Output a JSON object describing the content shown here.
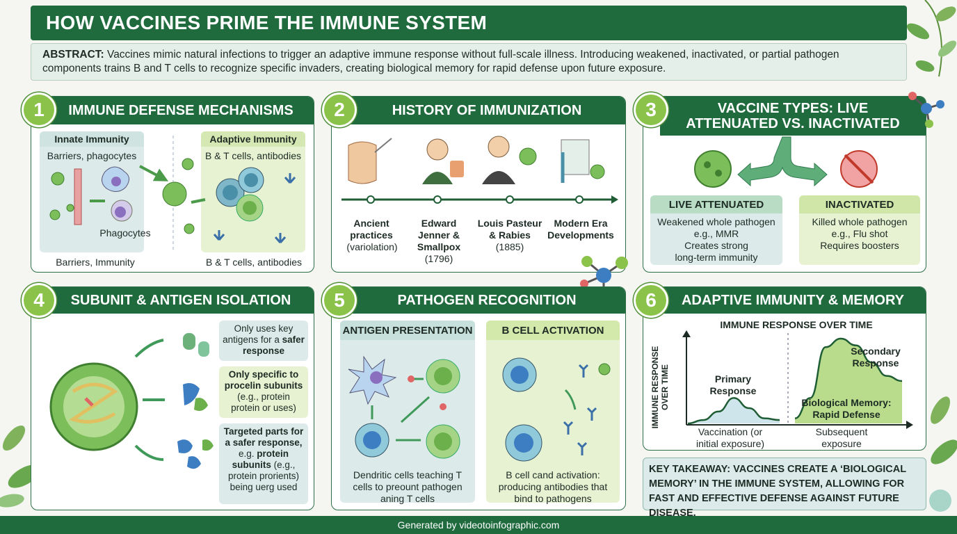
{
  "title": "HOW VACCINES PRIME THE IMMUNE SYSTEM",
  "abstract": {
    "label": "ABSTRACT:",
    "text": "Vaccines mimic natural infections to trigger an adaptive immune response without full-scale illness. Introducing weakened, inactivated, or partial pathogen components trains B and T cells to recognize specific invaders, creating biological memory for rapid defense upon future exposure."
  },
  "panel1": {
    "number": "1",
    "title": "IMMUNE DEFENSE MECHANISMS",
    "innate_title": "Innate Immunity",
    "innate_sub": "Barriers,  phagocytes",
    "phagocytes_label": "Phagocytes",
    "innate_caption": "Barriers, Immunity",
    "adaptive_title": "Adaptive Immunity",
    "adaptive_sub": "B & T cells, antibodies",
    "adaptive_caption": "B & T cells, antibodies"
  },
  "panel2": {
    "number": "2",
    "title": "HISTORY OF IMMUNIZATION",
    "events": [
      {
        "title": "Ancient practices",
        "detail": "(variolation)"
      },
      {
        "title": "Edward Jenner & Smallpox",
        "detail": "(1796)"
      },
      {
        "title": "Louis Pasteur & Rabies",
        "detail": "(1885)"
      },
      {
        "title": "Modern Era Developments",
        "detail": ""
      }
    ]
  },
  "panel3": {
    "number": "3",
    "title_line1": "VACCINE TYPES: LIVE",
    "title_line2": "ATTENUATED VS. INACTIVATED",
    "live_title": "LIVE ATTENUATED",
    "live_lines": [
      "Weakened whole pathogen",
      "e.g., MMR",
      "Creates strong",
      "long-term immunity"
    ],
    "inactivated_title": "INACTIVATED",
    "inactivated_lines": [
      "Killed whole pathogen",
      "e.g., Flu shot",
      "Requires boosters"
    ]
  },
  "panel4": {
    "number": "4",
    "title": "SUBUNIT & ANTIGEN ISOLATION",
    "box1": {
      "pre": "Only uses key antigens for a",
      "bold": "safer response"
    },
    "box2": {
      "bold": "Only specific to procelin subunits",
      "post": "(e.g., protein protein or uses)"
    },
    "box3": {
      "bold1": "Targeted parts for a safer response,",
      "mid": " e.g. ",
      "bold2": "protein subunits",
      "post": "(e.g., protein prorients) being uerg used"
    }
  },
  "panel5": {
    "number": "5",
    "title": "PATHOGEN RECOGNITION",
    "left_title": "ANTIGEN PRESENTATION",
    "left_caption": "Dendritic cells teaching T cells to preount pathogen aning T cells",
    "right_title": "B CELL ACTIVATION",
    "right_caption": "B cell cand activation: producing antibodies that bind to pathogens"
  },
  "panel6": {
    "number": "6",
    "title": "ADAPTIVE IMMUNITY & MEMORY",
    "chart_title": "IMMUNE RESPONSE OVER TIME",
    "ylabel_line1": "IMMUNE RESPONSE",
    "ylabel_line2": "OVER TIME",
    "primary_label": "Primary Response",
    "secondary_label": "Secondary Response",
    "memory_label": "Biological Memory: Rapid Defense",
    "x1_label": "Vaccination (or initial exposure)",
    "x2_label": "Subsequent exposure"
  },
  "chart_data": {
    "type": "area",
    "title": "IMMUNE RESPONSE OVER TIME",
    "xlabel": "",
    "ylabel": "IMMUNE RESPONSE OVER TIME",
    "x_axis_labels": [
      "Vaccination (or initial exposure)",
      "Subsequent exposure"
    ],
    "series": [
      {
        "name": "Primary Response",
        "x": [
          0,
          1,
          2,
          3,
          4,
          5,
          6
        ],
        "values": [
          0,
          4,
          14,
          30,
          18,
          6,
          4
        ]
      },
      {
        "name": "Secondary Response",
        "x": [
          7,
          8,
          9,
          10,
          11,
          12,
          13,
          14
        ],
        "values": [
          6,
          30,
          90,
          100,
          92,
          72,
          56,
          50
        ]
      }
    ],
    "annotations": [
      "Biological Memory: Rapid Defense"
    ],
    "grid": false
  },
  "takeaway": {
    "label": "KEY TAKEAWAY:",
    "text": " VACCINES CREATE A ‘BIOLOGICAL MEMORY’ IN THE IMMUNE SYSTEM, ALLOWING FOR FAST AND EFFECTIVE DEFENSE AGAINST FUTURE DISEASE."
  },
  "footer": "Generated by videotoinfographic.com",
  "colors": {
    "dark_green": "#1f6b3e",
    "accent_green": "#8bc34a",
    "panel_teal": "#dcebea",
    "panel_lime": "#e7f2d3",
    "virus_red": "#e06666"
  }
}
